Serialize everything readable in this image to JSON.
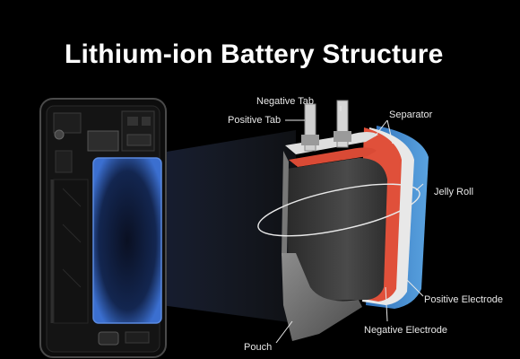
{
  "title": "Lithium-ion Battery Structure",
  "labels": {
    "negative_tab": "Negative Tab",
    "positive_tab": "Positive Tab",
    "separator": "Separator",
    "jelly_roll": "Jelly Roll",
    "positive_electrode": "Positive Electrode",
    "negative_electrode": "Negative Electrode",
    "pouch": "Pouch"
  },
  "colors": {
    "background": "#000000",
    "text": "#e8e8e8",
    "negative_electrode": "#e0503a",
    "positive_electrode": "#4a8fd0",
    "jelly_roll_core": "#3a3a3a",
    "battery_glow": "#3b6fd0"
  }
}
